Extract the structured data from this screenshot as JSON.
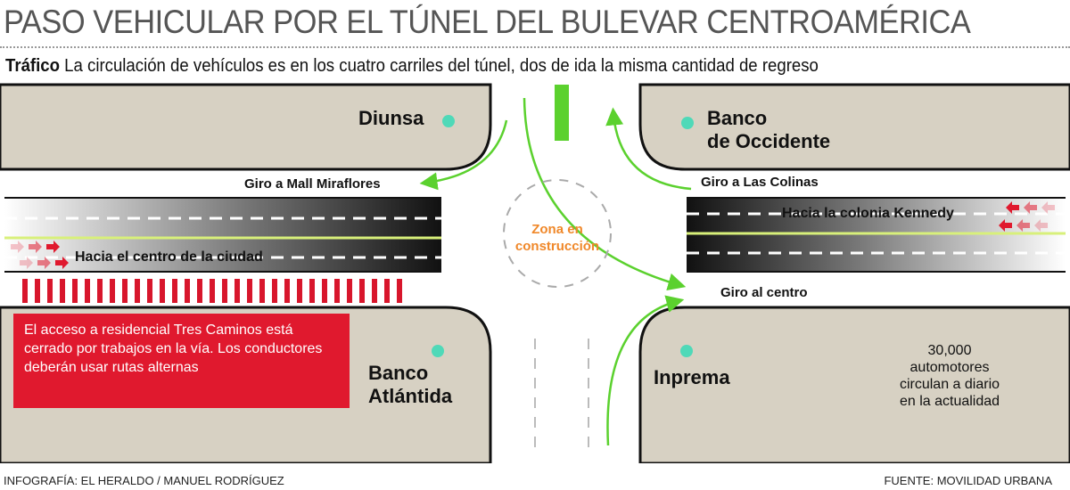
{
  "title": "PASO VEHICULAR POR EL TÚNEL DEL BULEVAR CENTROAMÉRICA",
  "subtitle": {
    "lead": "Tráfico",
    "text": "La circulación de vehículos es en los cuatro carriles del túnel, dos de ida la misma cantidad de regreso"
  },
  "places": {
    "diunsa": "Diunsa",
    "occidente_1": "Banco",
    "occidente_2": "de Occidente",
    "atlantida_1": "Banco",
    "atlantida_2": "Atlántida",
    "inprema": "Inprema"
  },
  "turns": {
    "mall": "Giro a Mall Miraflores",
    "colinas": "Giro a Las Colinas",
    "centro": "Giro al centro"
  },
  "roads": {
    "left": "Hacia el centro de la ciudad",
    "right": "Hacia la colonia Kennedy"
  },
  "zone": {
    "line1": "Zona en",
    "line2": "construcción"
  },
  "notice": "El acceso a residencial Tres Caminos está cerrado por trabajos en la vía. Los conductores deberán usar rutas alternas",
  "stat": {
    "number": "30,000",
    "text": "automotores circulan a diario en la actualidad"
  },
  "footer": {
    "credit": "INFOGRAFÍA: EL HERALDO / MANUEL RODRÍGUEZ",
    "source": "FUENTE: MOVILIDAD URBANA"
  },
  "colors": {
    "block": "#d7d1c3",
    "green": "#5bd12e",
    "red": "#e0192e",
    "dot": "#4fd9b8",
    "zone": "#f0882a"
  }
}
